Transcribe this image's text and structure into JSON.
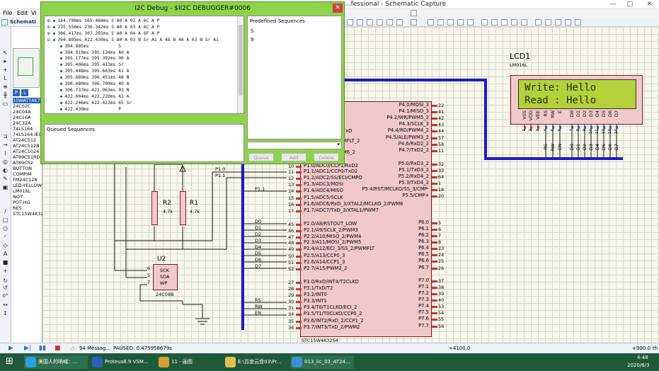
{
  "window": {
    "title": "...fessional - Schematic Capture"
  },
  "menu": [
    "File",
    "Edit",
    "Vi"
  ],
  "tab": "Schemati",
  "devices": {
    "mode_p": "P",
    "mode_l": "L",
    "items": [
      "10WATT4K7",
      "24C02C",
      "24C04A",
      "24C16A",
      "24C32A",
      "74LS164",
      "74LS164.IEC",
      "AT24C512",
      "AT24C512B",
      "AT24C1024",
      "AT89C51RD2",
      "AT89C52",
      "BUTTON",
      "COMPIM",
      "FM24C128",
      "LED-YELLOW",
      "LM016L",
      "NOT",
      "POT-HG",
      "RES",
      "STC15W4K32S4"
    ],
    "rotation": "0°"
  },
  "dialog": {
    "title": "I2C Debug - $II2C DEBUGGER#0006",
    "trace": [
      {
        "mark": "⊞ ◆",
        "t": "164.700ms 165.484ms S A0 A 02 A 6C A P"
      },
      {
        "mark": "⊞ ◆",
        "t": "235.558ms 236.342ms S A0 A 03 A 6C A P"
      },
      {
        "mark": "⊞ ◆",
        "t": "306.417ms 307.201ms S A0 A 04 A 6F A P"
      },
      {
        "mark": "⊟ ◆",
        "t": "394.885ms 422.430ms S A0 A 03 N Sr A1 A 48 N 40 A 03 N Sr A1"
      },
      {
        "mark": "  ◆",
        "t": "394.885ms           S"
      },
      {
        "mark": "  ◆",
        "t": "394.919ms 395.134ms A0 A"
      },
      {
        "mark": "  ◆",
        "t": "395.177ms 395.392ms 00 A"
      },
      {
        "mark": "  ◆",
        "t": "395.406ms 395.413ms Sr"
      },
      {
        "mark": "  ◆",
        "t": "395.448ms 395.663ms A1 A"
      },
      {
        "mark": "  ◆",
        "t": "395.689ms 396.451ms 48 N"
      },
      {
        "mark": "  ◆",
        "t": "396.480ms 396.709ms 40 A"
      },
      {
        "mark": "  ◆",
        "t": "396.737ms 421.963ms 03 N"
      },
      {
        "mark": "  ◆",
        "t": "422.004ms 422.220ms A1 A"
      },
      {
        "mark": "  ◆",
        "t": "422.246ms 422.423ms 65 Sr"
      },
      {
        "mark": "  ◆",
        "t": "422.430ms           P"
      }
    ],
    "predefined_label": "Predefined Sequences",
    "predefined": [
      "S",
      "9"
    ],
    "queued_label": "Queued Sequences",
    "buttons": {
      "queue": "Queue",
      "add": "Add",
      "delete": "Delete"
    }
  },
  "lcd": {
    "ref": "LCD1",
    "model": "LM016L",
    "line1": "Write: Hello",
    "line2": "Read : Hello",
    "pins": [
      "VSS",
      "VDD",
      "VEE",
      "RS",
      "RW",
      "E",
      "D0",
      "D1",
      "D2",
      "D3",
      "D4",
      "D5",
      "D6",
      "D7"
    ],
    "nums": [
      "1",
      "2",
      "3",
      "4",
      "5",
      "6",
      "7",
      "8",
      "9",
      "10",
      "11",
      "12",
      "13",
      "14"
    ],
    "nets": [
      "RS",
      "RW",
      "EN",
      "D0",
      "D1",
      "D2",
      "D3",
      "D4",
      "D5",
      "D6",
      "D7"
    ]
  },
  "mcu": {
    "name": "STC15W4K32S4",
    "left": [
      {
        "n": "10",
        "l": "P1.0/ADC0/CCP1/RxD2"
      },
      {
        "n": "11",
        "l": "P1.1/ADC1/CCP0/TxD2"
      },
      {
        "n": "12",
        "l": "P1.2/ADC2/SS/ECI/CMPO"
      },
      {
        "n": "13",
        "l": "P1.3/ADC3/MOSI"
      },
      {
        "n": "14",
        "l": "P1.4/ADC4/MISO"
      },
      {
        "n": "15",
        "l": "P1.5/ADC5/SCLK"
      },
      {
        "n": "16",
        "l": "P1.6/ADC6/RxD_3/XTAL2/MCLKO_2/PWM6"
      },
      {
        "n": "17",
        "l": "P1.7/ADC7/TxD_3/XTAL1/PWM7"
      },
      {
        "n": "45",
        "l": "P2.0/A8/RSTOUT_LOW"
      },
      {
        "n": "46",
        "l": "P2.1/A9/SCLK_2/PWM3"
      },
      {
        "n": "47",
        "l": "P2.2/A10/MISO_2/PWM4"
      },
      {
        "n": "48",
        "l": "P2.3/A11/MOSI_2/PWM5"
      },
      {
        "n": "49",
        "l": "P2.4/A12/ECI_3/SS_2/PWMFLT"
      },
      {
        "n": "50",
        "l": "P2.5/A13/CCP0_3"
      },
      {
        "n": "51",
        "l": "P2.6/A14/CCP1_3"
      },
      {
        "n": "52",
        "l": "P2.7/A15/PWM2_2"
      },
      {
        "n": "27",
        "l": "P3.0/RxD/INT4/T2CLKO"
      },
      {
        "n": "28",
        "l": "P3.1/TxD/T2"
      },
      {
        "n": "29",
        "l": "P3.2/INT0"
      },
      {
        "n": "30",
        "l": "P3.3/INT1"
      },
      {
        "n": "31",
        "l": "P3.4/T0/T1CLKO/ECI_2"
      },
      {
        "n": "34",
        "l": "P3.5/T1/T0CLKO/CCP0_2"
      },
      {
        "n": "35",
        "l": "P3.6/INT2/RxD_2/CCP1_2"
      },
      {
        "n": "36",
        "l": "P3.7/INT3/TxD_2/PWM2"
      }
    ],
    "right": [
      {
        "n": "22",
        "l": "P4.0/MOSI_3"
      },
      {
        "n": "41",
        "l": "P4.1/MISO_3"
      },
      {
        "n": "42",
        "l": "P4.2/WR/PWM5_2"
      },
      {
        "n": "43",
        "l": "P4.3/SCLK_3"
      },
      {
        "n": "44",
        "l": "P4.4/RD/PWM4_2"
      },
      {
        "n": "57",
        "l": "P4.5/ALE/PWM3_2"
      },
      {
        "n": "58",
        "l": "P4.6/RxD2_2"
      },
      {
        "n": "11",
        "l": "P4.7/TxD2_2"
      },
      {
        "n": "32",
        "l": "P5.0/RxD3_2"
      },
      {
        "n": "33",
        "l": "P5.1/TxD3_2"
      },
      {
        "n": "64",
        "l": "P5.2/RxD4_2"
      },
      {
        "n": "1",
        "l": "P5.3/TxD4_2"
      },
      {
        "n": "18",
        "l": "P5.4/RST/MCLKO/SS_3/CMP-"
      },
      {
        "n": "20",
        "l": "P5.5/CMP+"
      },
      {
        "n": "5",
        "l": "P6.0"
      },
      {
        "n": "6",
        "l": "P6.1"
      },
      {
        "n": "7",
        "l": "P6.2"
      },
      {
        "n": "8",
        "l": "P6.3"
      },
      {
        "n": "23",
        "l": "P6.4"
      },
      {
        "n": "24",
        "l": "P6.5"
      },
      {
        "n": "25",
        "l": "P6.6"
      },
      {
        "n": "26",
        "l": "P6.7"
      },
      {
        "n": "37",
        "l": "P7.0"
      },
      {
        "n": "38",
        "l": "P7.1"
      },
      {
        "n": "39",
        "l": "P7.2"
      },
      {
        "n": "40",
        "l": "P7.3"
      },
      {
        "n": "53",
        "l": "P7.4"
      },
      {
        "n": "54",
        "l": "P7.5"
      },
      {
        "n": "55",
        "l": "P7.6"
      },
      {
        "n": "56",
        "l": "P7.7"
      }
    ],
    "hidden_left": [
      "TxD",
      "MFLT_2",
      "M6_2"
    ]
  },
  "nets": {
    "p10": "P1.0",
    "p11": "P1.1",
    "p11b": "P1.1",
    "d": [
      "D0",
      "D1",
      "D2",
      "D3",
      "D4",
      "D5",
      "D6",
      "D7"
    ],
    "ctrl": [
      "RS",
      "RW",
      "EN"
    ]
  },
  "resistors": [
    {
      "ref": "R2",
      "val": "4.7k"
    },
    {
      "ref": "R1",
      "val": "4.7k"
    }
  ],
  "eeprom": {
    "ref": "U2",
    "model": "24C08B",
    "pins": [
      {
        "n": "6",
        "l": "SCK"
      },
      {
        "n": "5",
        "l": "SDA"
      },
      {
        "n": "7",
        "l": "WP"
      }
    ]
  },
  "status": {
    "msg": "94 Messag...",
    "paused": "PAUSED: 0.475958679s",
    "coord_x": "+4100.0",
    "coord_y": "+900.0",
    "unit": "th"
  },
  "taskbar": {
    "items": [
      "美国人的呐喊：...",
      "Proteus8.9 VSM...",
      "11 - 画图",
      "E:\\百度云盘03\\Pr...",
      "013_iic_03_AT24..."
    ],
    "time": "4:48",
    "date": "2020/6/3"
  },
  "colors": {
    "dialog": "#8ed44a",
    "lcd": "#b3d13a",
    "bus": "#1a1acc",
    "chip": "#f1c9c9"
  }
}
